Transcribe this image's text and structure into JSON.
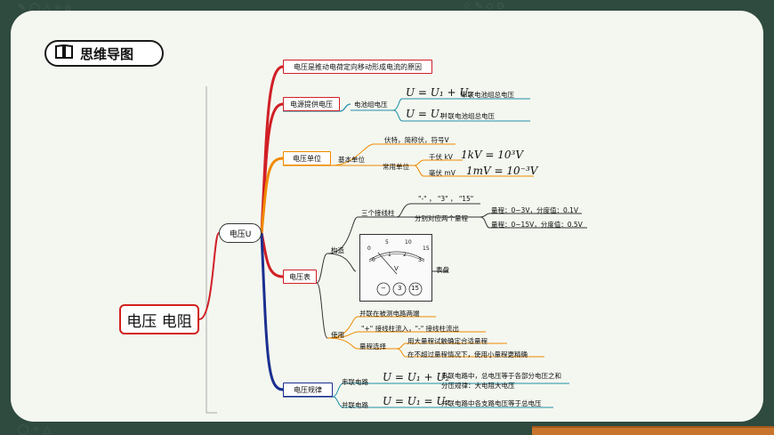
{
  "header": {
    "title": "思维导图",
    "icon": "book-icon"
  },
  "colors": {
    "background": "#2f4a3f",
    "board": "#f4f7f0",
    "red": "#d11f26",
    "orange": "#f08a00",
    "navy": "#1a2f8f",
    "teal": "#1f8fa8"
  },
  "root": "电压 电阻",
  "hub": "电压U",
  "b1": {
    "label": "电压是推动电荷定向移动形成电流的原因"
  },
  "b2": {
    "label": "电源提供电压",
    "sub": "电池组电压",
    "series_formula": "U = U₁ + U₂",
    "series_text": "串联电池组总电压",
    "parallel_formula": "U = U₁",
    "parallel_text": "并联电池组总电压"
  },
  "b3": {
    "label": "电压单位",
    "sub": "基本单位",
    "symbol_line": "伏特，简称伏，符号V",
    "common": "常用单位",
    "kv_label": "千伏 kV",
    "kv_formula": "1kV = 10³V",
    "mv_label": "毫伏 mV",
    "mv_formula": "1mV = 10⁻³V"
  },
  "b4": {
    "label": "电压表",
    "structure": "构造",
    "terminals": "三个接线柱",
    "terminal_values": "\"-\" ， \"3\" ， \"15\"",
    "ranges_label": "分别对应两个量程",
    "range1": "量程：0~3V，分度值：0.1V",
    "range2": "量程：0~15V，分度值：0.5V",
    "dial_label": "表盘",
    "dial": {
      "top_ticks": [
        "0",
        "5",
        "10",
        "15"
      ],
      "bottom_ticks": [
        "0",
        "1",
        "2",
        "3"
      ],
      "unit": "V",
      "terminals": [
        "−",
        "3",
        "15"
      ]
    },
    "usage": "使用",
    "u1": "并联在被测电路两端",
    "u2": "\"+\" 接线柱流入，\"-\" 接线柱流出",
    "u3": "量程选择",
    "u3a": "用大量程试触确定合适量程",
    "u3b": "在不超过量程情况下，使用小量程更精确"
  },
  "b5": {
    "label": "电压规律",
    "series": "串联电路",
    "series_formula": "U = U₁ + U₂",
    "series_text1": "串联电路中，总电压等于各部分电压之和",
    "series_text2": "分压规律：大电阻大电压",
    "parallel": "并联电路",
    "parallel_formula": "U = U₁ = U₂",
    "parallel_text": "并联电路中各支路电压等于总电压"
  }
}
